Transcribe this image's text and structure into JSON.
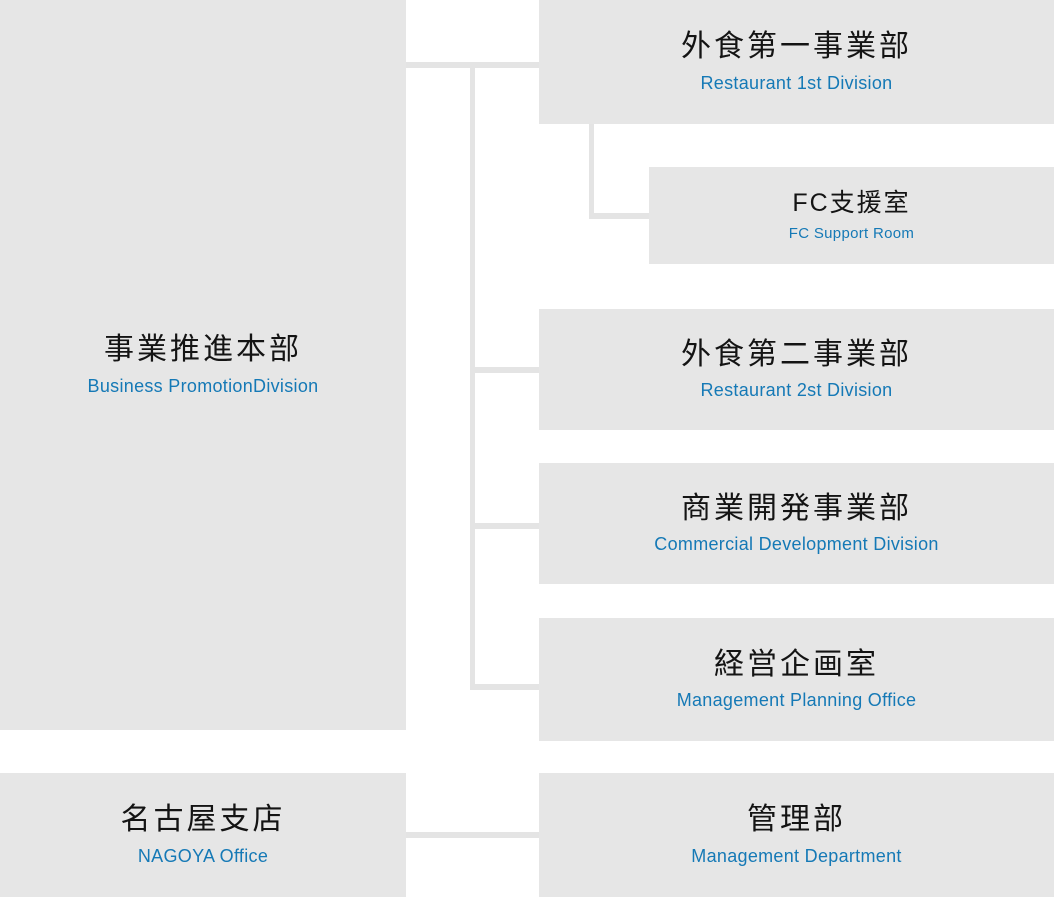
{
  "page": {
    "background_color": "#ffffff",
    "node_background_color": "#e6e6e6",
    "connector_color": "#e4e4e4",
    "title_text_color": "#141414",
    "subtitle_text_color": "#1579b6"
  },
  "org_chart": {
    "type": "organization-chart",
    "nodes": [
      {
        "id": "business-promotion-division",
        "title": "事業推進本部",
        "subtitle": "Business PromotionDivision"
      },
      {
        "id": "restaurant-1st-division",
        "title": "外食第一事業部",
        "subtitle": "Restaurant 1st Division"
      },
      {
        "id": "fc-support-room",
        "title": "FC支援室",
        "subtitle": "FC Support Room"
      },
      {
        "id": "restaurant-2nd-division",
        "title": "外食第二事業部",
        "subtitle": "Restaurant 2st Division"
      },
      {
        "id": "commercial-development-division",
        "title": "商業開発事業部",
        "subtitle": "Commercial Development Division"
      },
      {
        "id": "management-planning-office",
        "title": "経営企画室",
        "subtitle": "Management Planning Office"
      },
      {
        "id": "nagoya-office",
        "title": "名古屋支店",
        "subtitle": "NAGOYA Office"
      },
      {
        "id": "management-department",
        "title": "管理部",
        "subtitle": "Management Department"
      }
    ],
    "edges": [
      {
        "from": "business-promotion-division",
        "to": "restaurant-1st-division"
      },
      {
        "from": "restaurant-1st-division",
        "to": "fc-support-room"
      },
      {
        "from": "business-promotion-division",
        "to": "restaurant-2nd-division"
      },
      {
        "from": "business-promotion-division",
        "to": "commercial-development-division"
      },
      {
        "from": "business-promotion-division",
        "to": "management-planning-office"
      },
      {
        "from": "nagoya-office",
        "to": "management-department"
      }
    ]
  }
}
